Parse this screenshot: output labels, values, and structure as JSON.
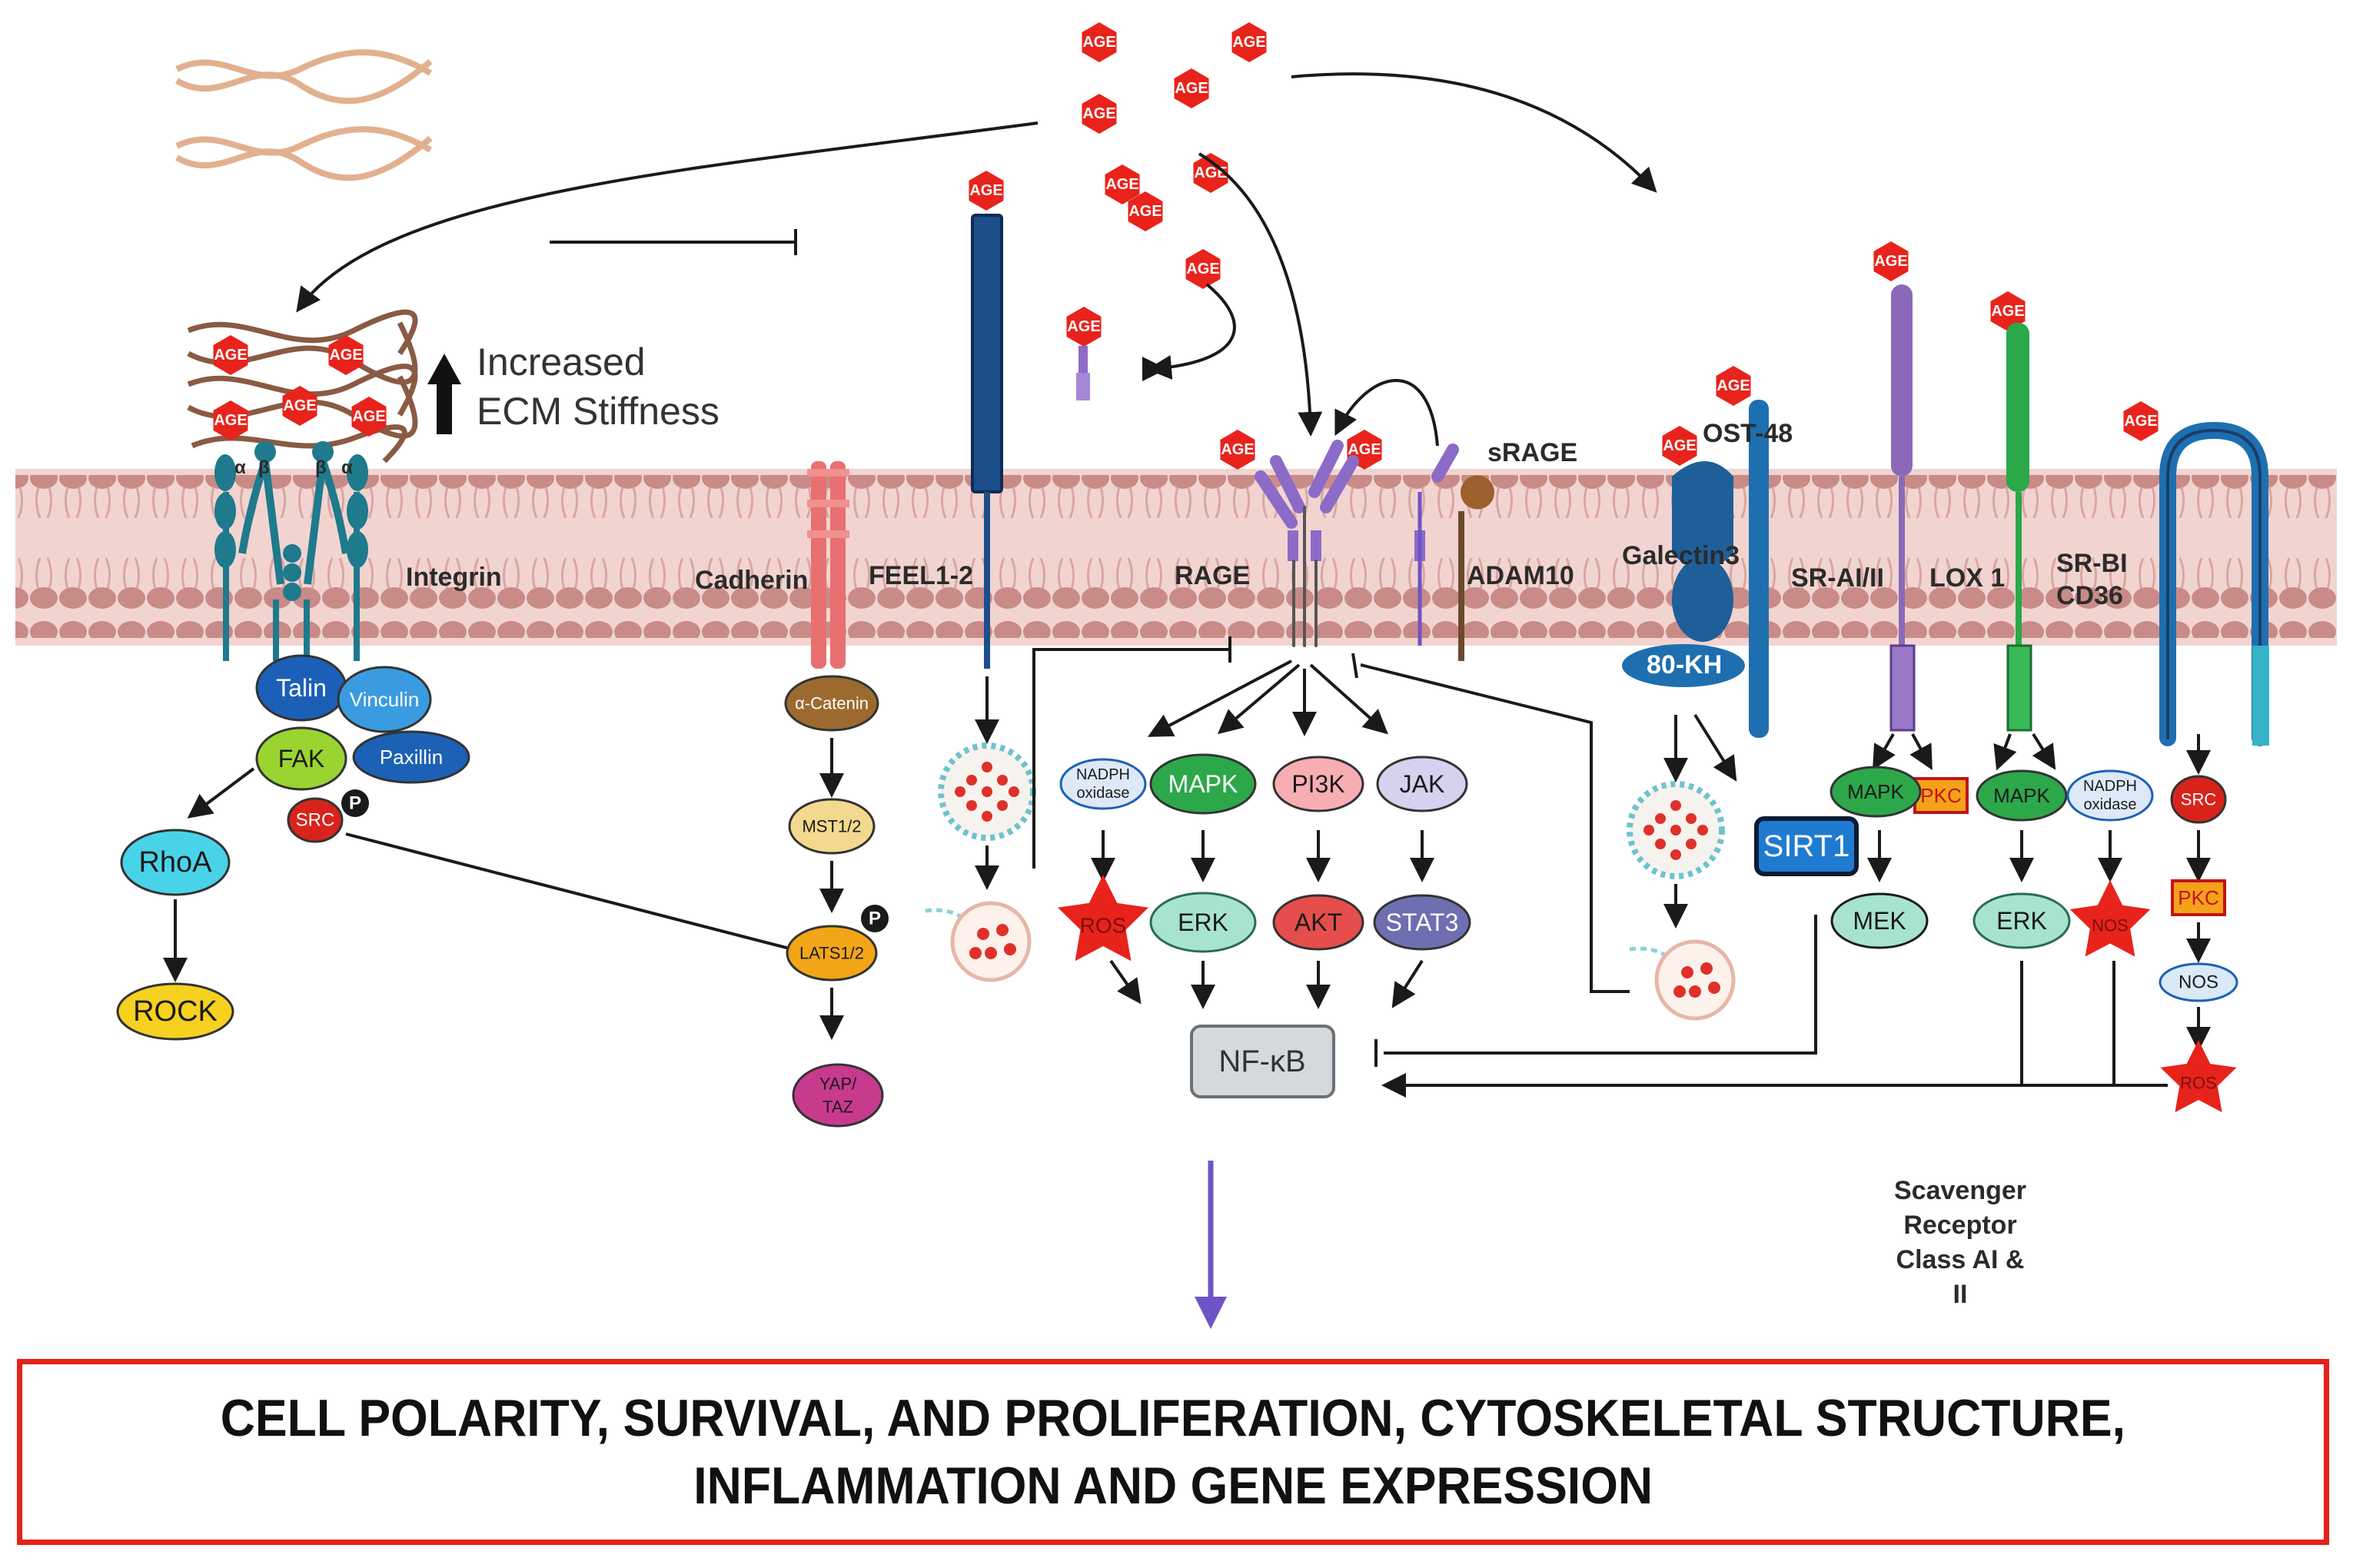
{
  "receptors": {
    "integrin": "Integrin",
    "cadherin": "Cadherin",
    "feel": "FEEL1-2",
    "rage": "RAGE",
    "adam10": "ADAM10",
    "srage": "sRAGE",
    "ost48": "OST-48",
    "galectin3": "Galectin3",
    "kh80": "80-KH",
    "srai": "SR-AI/II",
    "lox1": "LOX 1",
    "srbi": "SR-BI",
    "cd36": "CD36"
  },
  "ecm": {
    "line1": "Increased",
    "line2": "ECM Stiffness"
  },
  "age_label": "AGE",
  "integrin_subunits": {
    "alpha": "α",
    "beta": "β"
  },
  "phospho": "P",
  "nodes": {
    "talin": "Talin",
    "vinculin": "Vinculin",
    "fak": "FAK",
    "paxillin": "Paxillin",
    "src": "SRC",
    "rhoa": "RhoA",
    "rock": "ROCK",
    "a_catenin": "α-Catenin",
    "mst": "MST1/2",
    "lats": "LATS1/2",
    "yap1": "YAP/",
    "yap2": "TAZ",
    "nadph1": "NADPH",
    "nadph2": "oxidase",
    "mapk": "MAPK",
    "pi3k": "PI3K",
    "jak": "JAK",
    "ros": "ROS",
    "erk": "ERK",
    "akt": "AKT",
    "stat3": "STAT3",
    "nfkb": "NF-κB",
    "sirt1": "SIRT1",
    "pkc": "PKC",
    "mek": "MEK",
    "nos": "NOS"
  },
  "scavenger": [
    "Scavenger",
    "Receptor",
    "Class AI &",
    "II"
  ],
  "outcome": {
    "line1": "CELL POLARITY, SURVIVAL, AND PROLIFERATION, CYTOSKELETAL STRUCTURE,",
    "line2": "INFLAMMATION AND GENE EXPRESSION"
  }
}
